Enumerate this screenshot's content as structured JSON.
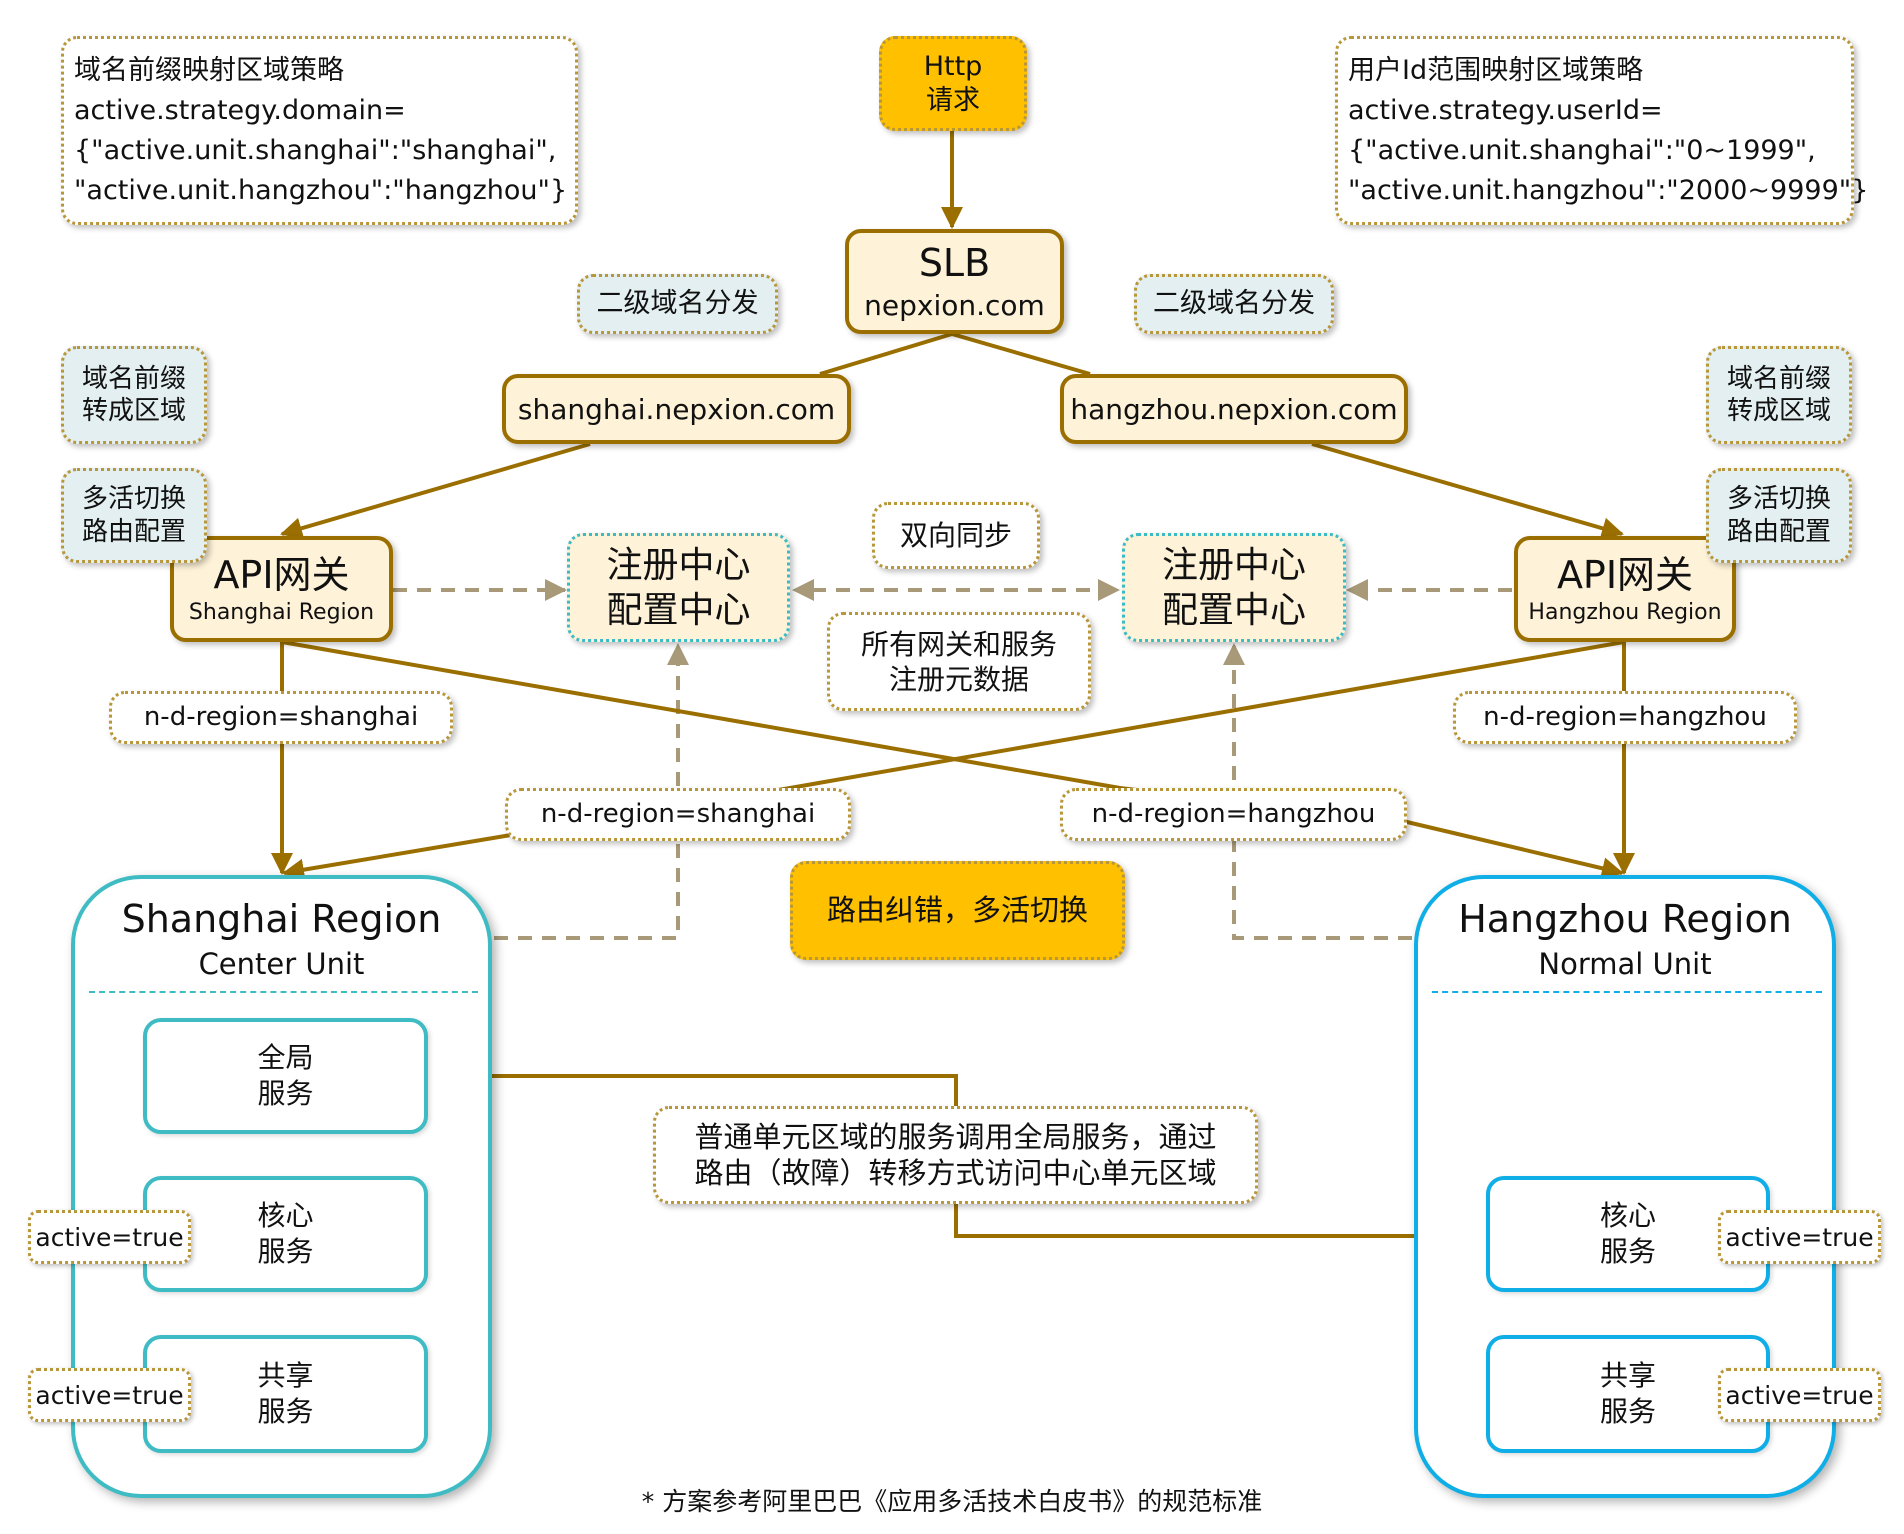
{
  "title": "多活架构路由示意图",
  "colors": {
    "flow_line": "#9a6f00",
    "sync_line": "#a89a78",
    "note_border": "#b8963a",
    "highlight": "#ffc000",
    "component_fill": "#fef2d8",
    "tag_fill": "#e3eff0",
    "center_unit": "#3fbcc3",
    "normal_unit": "#10aee6"
  },
  "strategy_domain": {
    "lines": [
      "域名前缀映射区域策略",
      "active.strategy.domain=",
      "{\"active.unit.shanghai\":\"shanghai\",",
      "\"active.unit.hangzhou\":\"hangzhou\"}"
    ]
  },
  "strategy_userid": {
    "lines": [
      "用户Id范围映射区域策略",
      "active.strategy.userId=",
      "{\"active.unit.shanghai\":\"0~1999\",",
      "\"active.unit.hangzhou\":\"2000~9999\"}"
    ]
  },
  "http_request": {
    "line1": "Http",
    "line2": "请求"
  },
  "slb": {
    "title": "SLB",
    "domain": "nepxion.com"
  },
  "subdomain_dispatch_left": "二级域名分发",
  "subdomain_dispatch_right": "二级域名分发",
  "domain_shanghai": "shanghai.nepxion.com",
  "domain_hangzhou": "hangzhou.nepxion.com",
  "left_tags": {
    "prefix_to_region": {
      "line1": "域名前缀",
      "line2": "转成区域"
    },
    "route_config": {
      "line1": "多活切换",
      "line2": "路由配置"
    }
  },
  "right_tags": {
    "prefix_to_region": {
      "line1": "域名前缀",
      "line2": "转成区域"
    },
    "route_config": {
      "line1": "多活切换",
      "line2": "路由配置"
    }
  },
  "gateway_shanghai": {
    "title": "API网关",
    "region": "Shanghai Region"
  },
  "gateway_hangzhou": {
    "title": "API网关",
    "region": "Hangzhou Region"
  },
  "registry_left": {
    "line1": "注册中心",
    "line2": "配置中心"
  },
  "registry_right": {
    "line1": "注册中心",
    "line2": "配置中心"
  },
  "bidirectional_sync": "双向同步",
  "metadata_note": {
    "line1": "所有网关和服务",
    "line2": "注册元数据"
  },
  "header_tags": {
    "sh_direct": "n-d-region=shanghai",
    "hz_direct": "n-d-region=hangzhou",
    "sh_cross": "n-d-region=shanghai",
    "hz_cross": "n-d-region=hangzhou"
  },
  "route_fix_note": "路由纠错，多活切换",
  "region_shanghai": {
    "title": "Shanghai Region",
    "unit": "Center Unit",
    "global_service": {
      "line1": "全局",
      "line2": "服务"
    },
    "core_service": {
      "line1": "核心",
      "line2": "服务"
    },
    "shared_service": {
      "line1": "共享",
      "line2": "服务"
    },
    "core_active": "active=true",
    "shared_active": "active=true"
  },
  "region_hangzhou": {
    "title": "Hangzhou Region",
    "unit": "Normal Unit",
    "core_service": {
      "line1": "核心",
      "line2": "服务"
    },
    "shared_service": {
      "line1": "共享",
      "line2": "服务"
    },
    "core_active": "active=true",
    "shared_active": "active=true"
  },
  "cross_unit_note": {
    "line1": "普通单元区域的服务调用全局服务，通过",
    "line2": "路由（故障）转移方式访问中心单元区域"
  },
  "footnote": "* 方案参考阿里巴巴《应用多活技术白皮书》的规范标准"
}
